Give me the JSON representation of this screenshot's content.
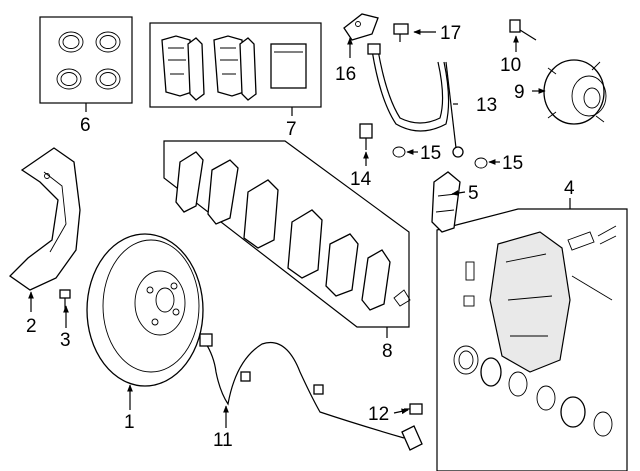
{
  "callouts": {
    "c1": "1",
    "c2": "2",
    "c3": "3",
    "c4": "4",
    "c5": "5",
    "c6": "6",
    "c7": "7",
    "c8": "8",
    "c9": "9",
    "c10": "10",
    "c11": "11",
    "c12": "12",
    "c13": "13",
    "c14": "14",
    "c15a": "15",
    "c15b": "15",
    "c16": "16",
    "c17": "17"
  }
}
